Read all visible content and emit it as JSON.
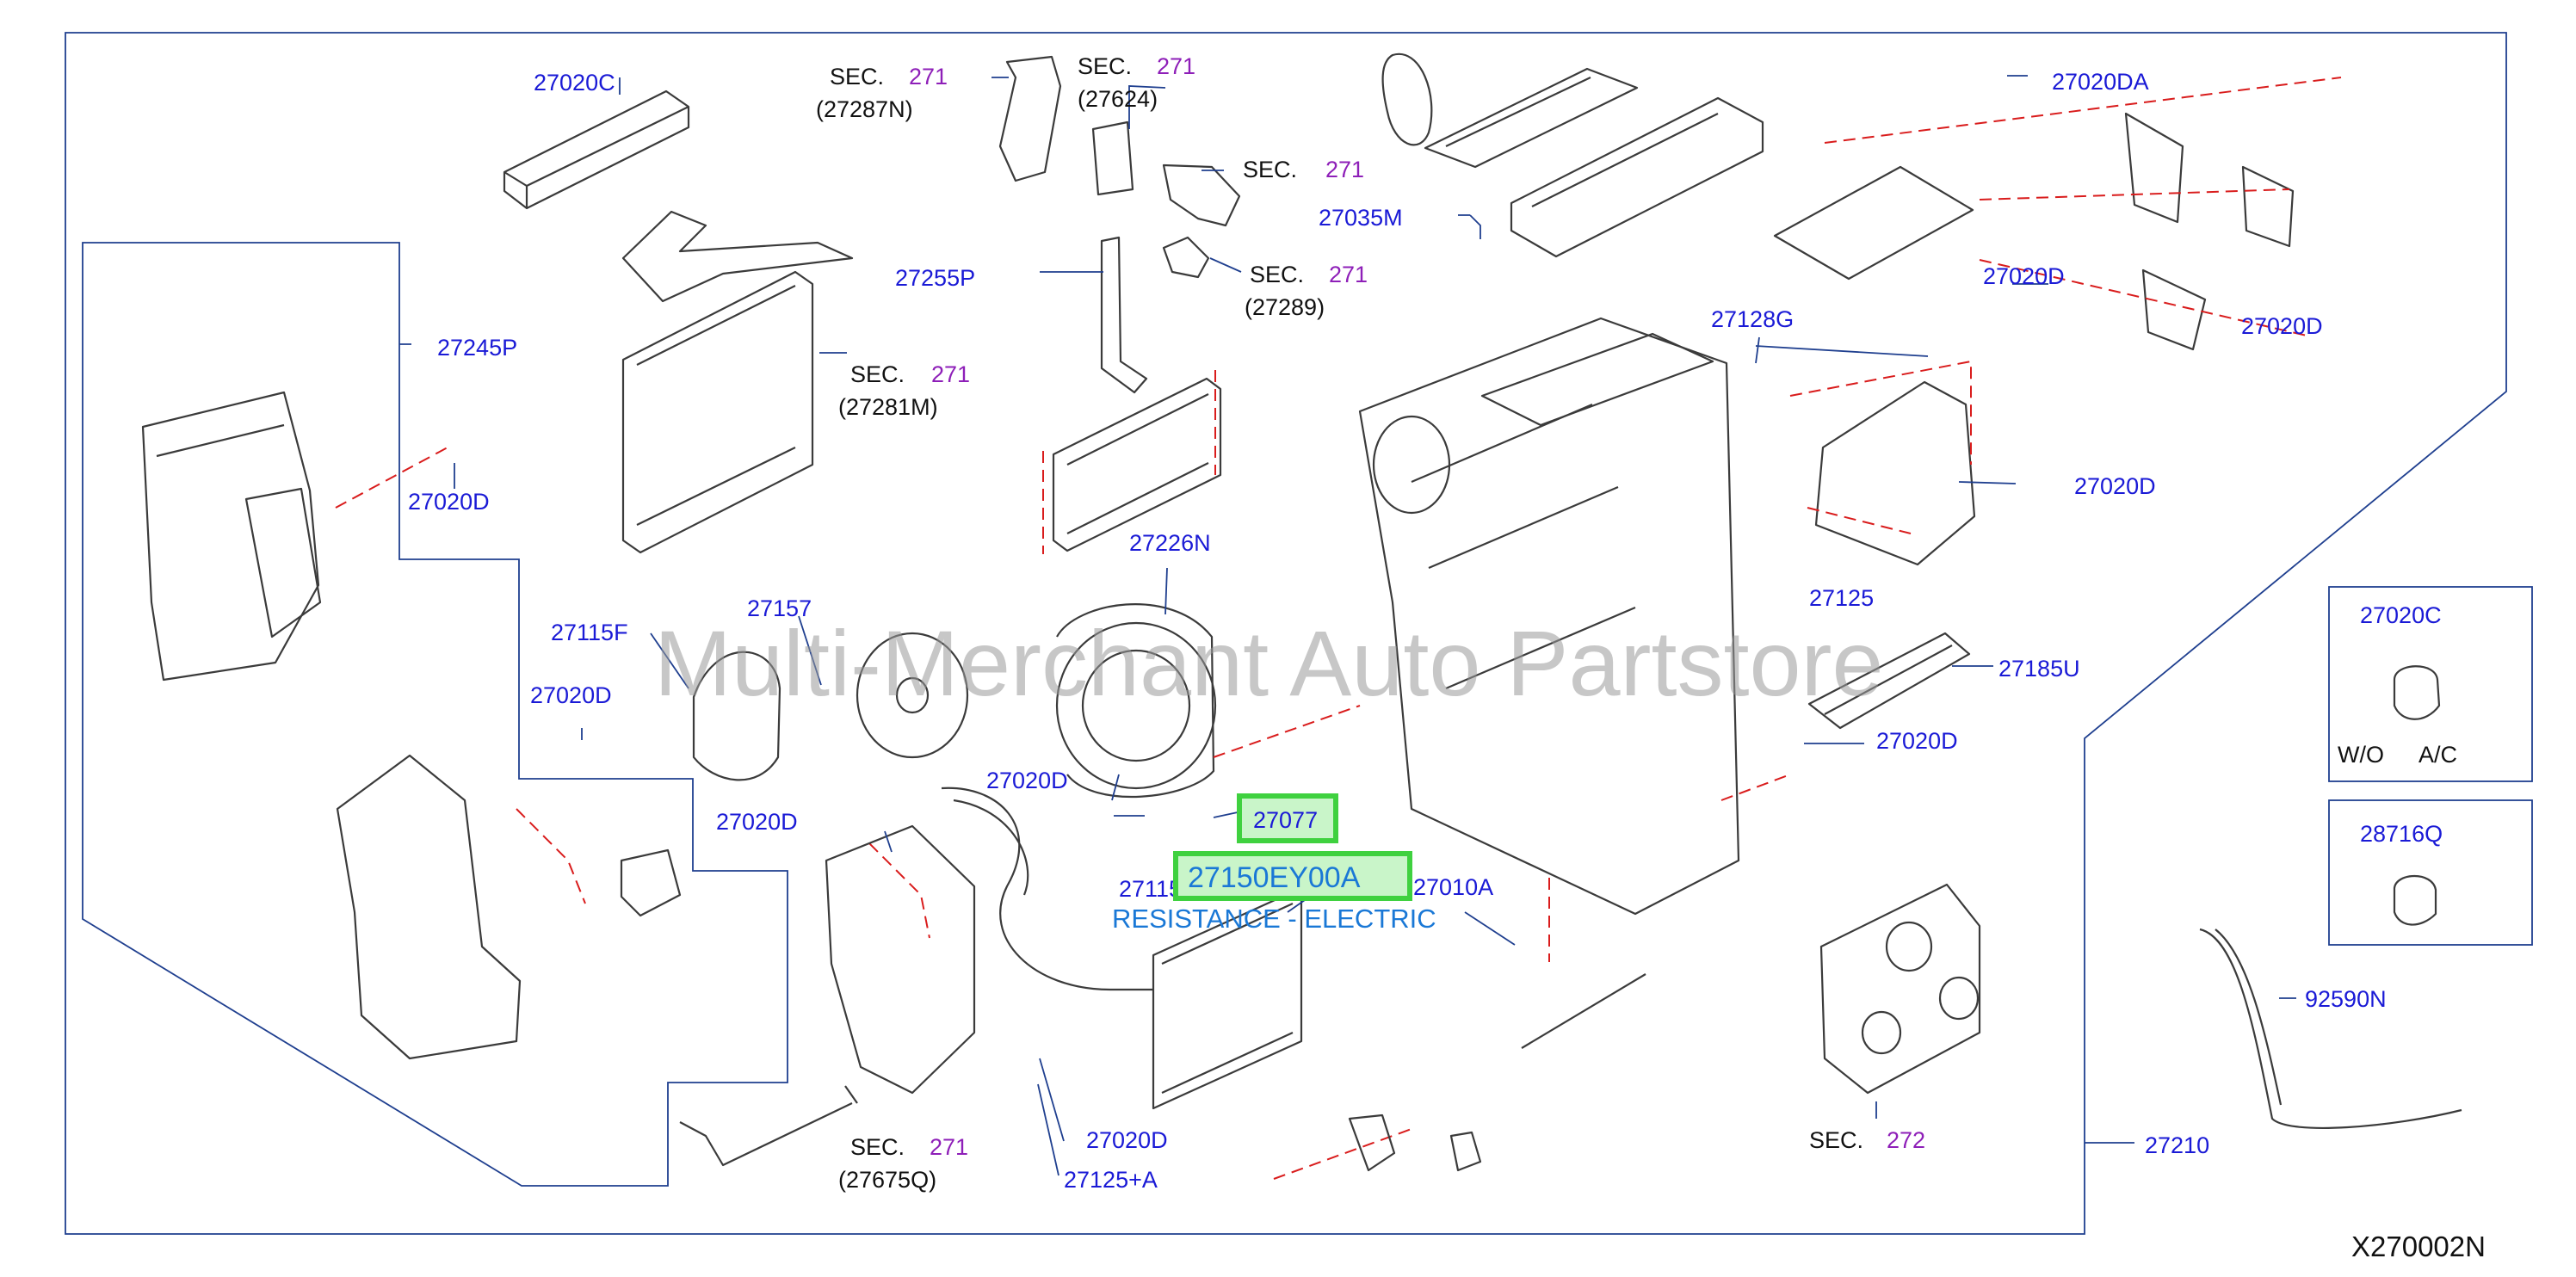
{
  "watermark": "Multi-Merchant Auto Partstore",
  "figure_code": "X270002N",
  "highlight": {
    "part_number": "27150EY00A",
    "description": "RESISTANCE - ELECTRIC",
    "color": "#3fd13f"
  },
  "sec_prefix": "SEC.",
  "sec_refs": [
    {
      "id": "271-27287N",
      "sec": "271",
      "sub": "(27287N)"
    },
    {
      "id": "271-27624",
      "sec": "271",
      "sub": "(27624)"
    },
    {
      "id": "271-a",
      "sec": "271"
    },
    {
      "id": "271-27289",
      "sec": "271",
      "sub": "(27289)"
    },
    {
      "id": "271-27281M",
      "sec": "271",
      "sub": "(27281M)"
    },
    {
      "id": "271-27675Q",
      "sec": "271",
      "sub": "(27675Q)"
    },
    {
      "id": "272",
      "sec": "272"
    }
  ],
  "callouts": [
    "27020C",
    "27035M",
    "27255P",
    "27245P",
    "27020D",
    "27226N",
    "27157",
    "27115F",
    "27020D",
    "27020D",
    "27020D",
    "27077",
    "27115",
    "27010A",
    "27020D",
    "27125+A",
    "27128G",
    "27020D",
    "27020DA",
    "27020D",
    "27020D",
    "27125",
    "27185U",
    "27020D",
    "27210",
    "92590N"
  ],
  "insets": [
    {
      "part": "27020C",
      "options": [
        "W/O",
        "A/C"
      ]
    },
    {
      "part": "28716Q"
    }
  ]
}
